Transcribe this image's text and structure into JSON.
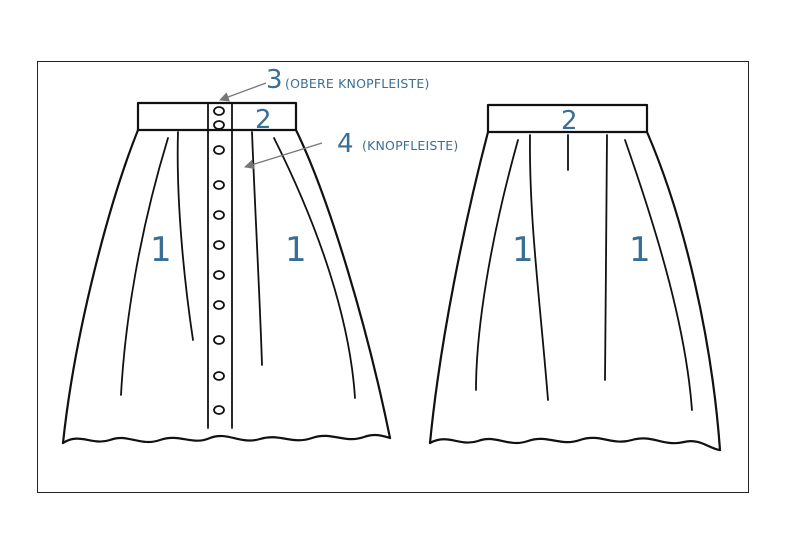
{
  "labels": {
    "left_panel_left": "1",
    "left_panel_right": "1",
    "left_waistband": "2",
    "right_panel_left": "1",
    "right_panel_right": "1",
    "right_waistband": "2",
    "upper_placket_number": "3",
    "upper_placket_text": "(OBERE KNOPFLEISTE)",
    "placket_number": "4",
    "placket_text": "(KNOPFLEISTE)"
  },
  "colors": {
    "label": "#3a6f95",
    "line": "#111111",
    "arrow": "#777777"
  }
}
